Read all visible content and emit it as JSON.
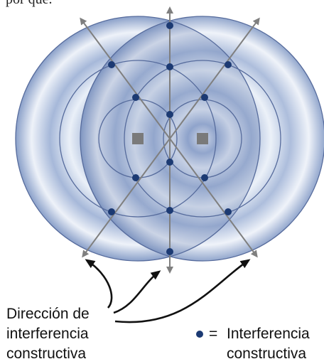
{
  "top_snippet": "por qué.",
  "label_direction": {
    "line1": "Dirección de",
    "line2": "interferencia",
    "line3": "constructiva"
  },
  "legend": {
    "symbol": "=",
    "line1": "Interferencia",
    "line2": "constructiva"
  },
  "colors": {
    "wave_light": "#f2f5fb",
    "wave_mid": "#b9c8e2",
    "wave_dark": "#7e95c1",
    "ring_stroke": "#566b9c",
    "dot": "#1c3a73",
    "source": "#7a7a7a",
    "arrow": "#7f7f7f",
    "curve": "#111111"
  }
}
